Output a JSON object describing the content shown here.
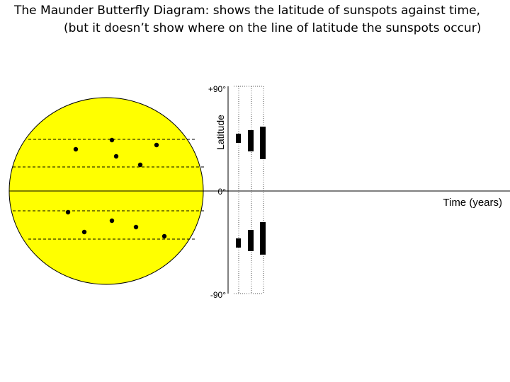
{
  "title": {
    "line1": "The Maunder Butterfly Diagram: shows the latitude of sunspots against time,",
    "line2": "(but it doesn’t show where on the line of latitude the sunspots occur)"
  },
  "axes": {
    "y_label": "Latitude",
    "x_label": "Time (years)",
    "top_tick": "+90°",
    "zero_tick": "0°",
    "bottom_tick": "-90°"
  },
  "colors": {
    "sun_fill": "#ffff00",
    "ink": "#000000"
  }
}
